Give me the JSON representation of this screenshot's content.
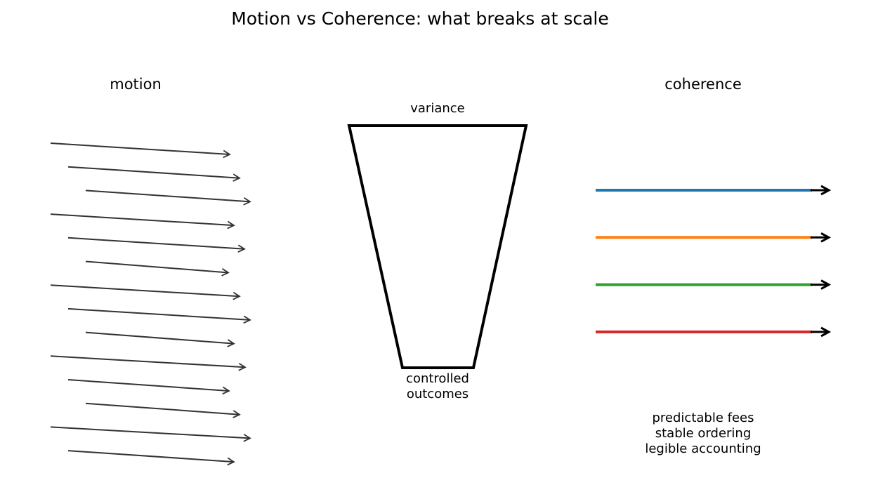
{
  "title": "Motion vs Coherence: what breaks at scale",
  "motion": {
    "label": "motion",
    "arrow_count": 14
  },
  "funnel": {
    "top_label": "variance",
    "bottom_label_lines": [
      "controlled",
      "outcomes"
    ]
  },
  "coherence": {
    "label": "coherence",
    "line_colors": [
      "#1f77b4",
      "#ff7f0e",
      "#2ca02c",
      "#d62728"
    ],
    "notes": [
      "predictable fees",
      "stable ordering",
      "legible accounting"
    ]
  }
}
